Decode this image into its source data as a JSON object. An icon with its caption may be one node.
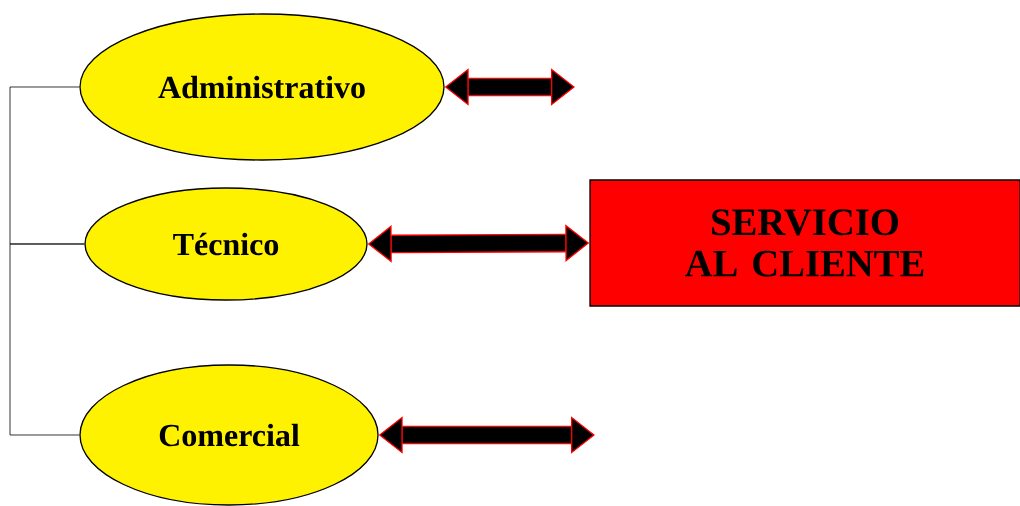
{
  "diagram": {
    "nodes": [
      {
        "text": [
          "Administrativo"
        ]
      },
      {
        "text": [
          "Técnico"
        ]
      },
      {
        "text": [
          "Comercial"
        ]
      },
      {
        "text": [
          "SERVICIO AL CLIENTE"
        ]
      }
    ],
    "edges": [
      {
        "from": 0,
        "to": 1,
        "arrow": "none",
        "color": "#000000"
      },
      {
        "from": 1,
        "to": 2,
        "arrow": "none",
        "color": "#000000"
      },
      {
        "from": 0,
        "to": null,
        "arrow": "both"
      },
      {
        "from": 1,
        "to": 3,
        "arrow": "both"
      },
      {
        "from": 2,
        "to": null,
        "arrow": "both"
      }
    ]
  }
}
